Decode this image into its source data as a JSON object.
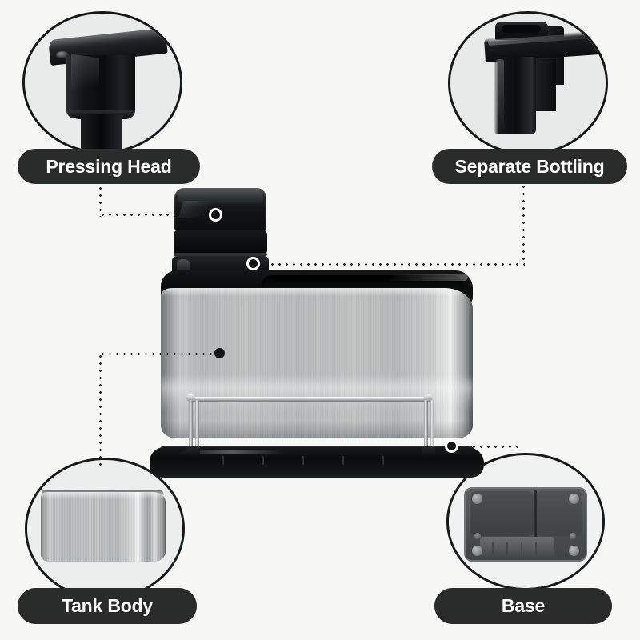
{
  "page": {
    "background_color": "#f7f7f5",
    "type": "product-feature-infographic",
    "product": "stainless steel soap dispenser with sponge caddy"
  },
  "theme": {
    "pill_color": "#2a2b2b",
    "pill_text_color": "#ffffff",
    "circle_border_color": "#16191a",
    "connector_color": "#1b1d1e",
    "steel_color": "#b9bdbd",
    "black_plastic_color": "#111314"
  },
  "callouts": [
    {
      "id": "pressing-head",
      "label": "Pressing Head",
      "position": "top-left",
      "marker": "ring",
      "detail": "close-up of the black pump press head and lever arm"
    },
    {
      "id": "separate-bottling",
      "label": "Separate Bottling",
      "position": "top-right",
      "marker": "ring",
      "detail": "close-up of the removable black inner bottle compartment"
    },
    {
      "id": "tank-body",
      "label": "Tank Body",
      "position": "bottom-left",
      "marker": "dot",
      "detail": "close-up of the brushed stainless steel tank shell"
    },
    {
      "id": "base",
      "label": "Base",
      "position": "bottom-right",
      "marker": "ring",
      "detail": "underside of the base plate with rubber feet and drain ribs"
    }
  ],
  "product_parts": [
    {
      "id": "pump-head",
      "name": "pressing head"
    },
    {
      "id": "pump-collar",
      "name": "pump collar"
    },
    {
      "id": "tank-rim",
      "name": "black top rim tray"
    },
    {
      "id": "tank-body",
      "name": "brushed stainless steel tank"
    },
    {
      "id": "wire-rack",
      "name": "chrome sponge rack"
    },
    {
      "id": "base-tray",
      "name": "black drainage base"
    }
  ]
}
